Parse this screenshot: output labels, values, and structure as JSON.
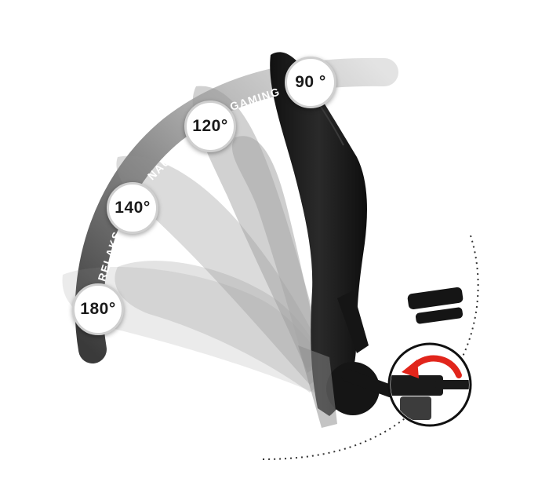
{
  "recline_positions": [
    {
      "angle_label": "90 °",
      "mode_label": "GAMING"
    },
    {
      "angle_label": "120°",
      "mode_label": "NAUKA"
    },
    {
      "angle_label": "140°",
      "mode_label": "RELAKS"
    },
    {
      "angle_label": "180°",
      "mode_label": ""
    }
  ],
  "colors": {
    "arc_light": "#d9d9d9",
    "arc_mid": "#bdbdbd",
    "arc_dark": "#4a4a4a",
    "chair": "#1c1c1c",
    "ghost_chair": "#9e9e9e",
    "lever_arrow": "#e1251b",
    "badge_border": "#cfcfcf"
  },
  "icons": [
    "recline-arc",
    "reclining-chair-illustration",
    "recline-lever-detail-icon",
    "rotation-arrow-icon"
  ]
}
